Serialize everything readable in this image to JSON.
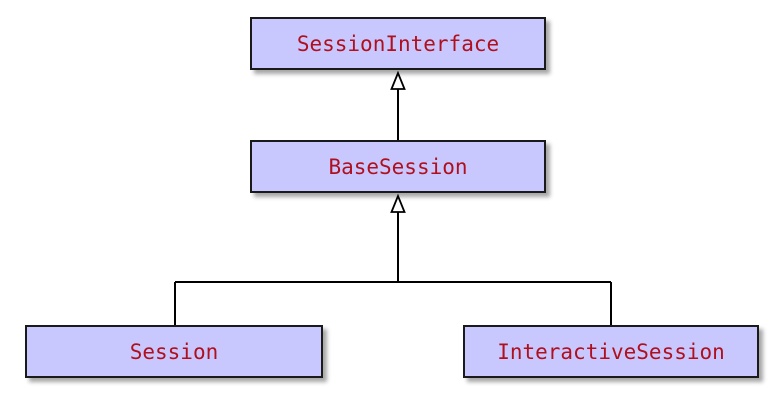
{
  "diagram": {
    "type": "uml-class-hierarchy",
    "nodes": {
      "session_interface": "SessionInterface",
      "base_session": "BaseSession",
      "session": "Session",
      "interactive_session": "InteractiveSession"
    },
    "edges": [
      {
        "from": "base_session",
        "to": "session_interface",
        "kind": "generalization"
      },
      {
        "from": "session",
        "to": "base_session",
        "kind": "generalization"
      },
      {
        "from": "interactive_session",
        "to": "base_session",
        "kind": "generalization"
      }
    ],
    "colors": {
      "box_fill": "#c8c8ff",
      "box_border": "#1a1a1a",
      "label_text": "#b0101e",
      "edge": "#000000"
    }
  }
}
